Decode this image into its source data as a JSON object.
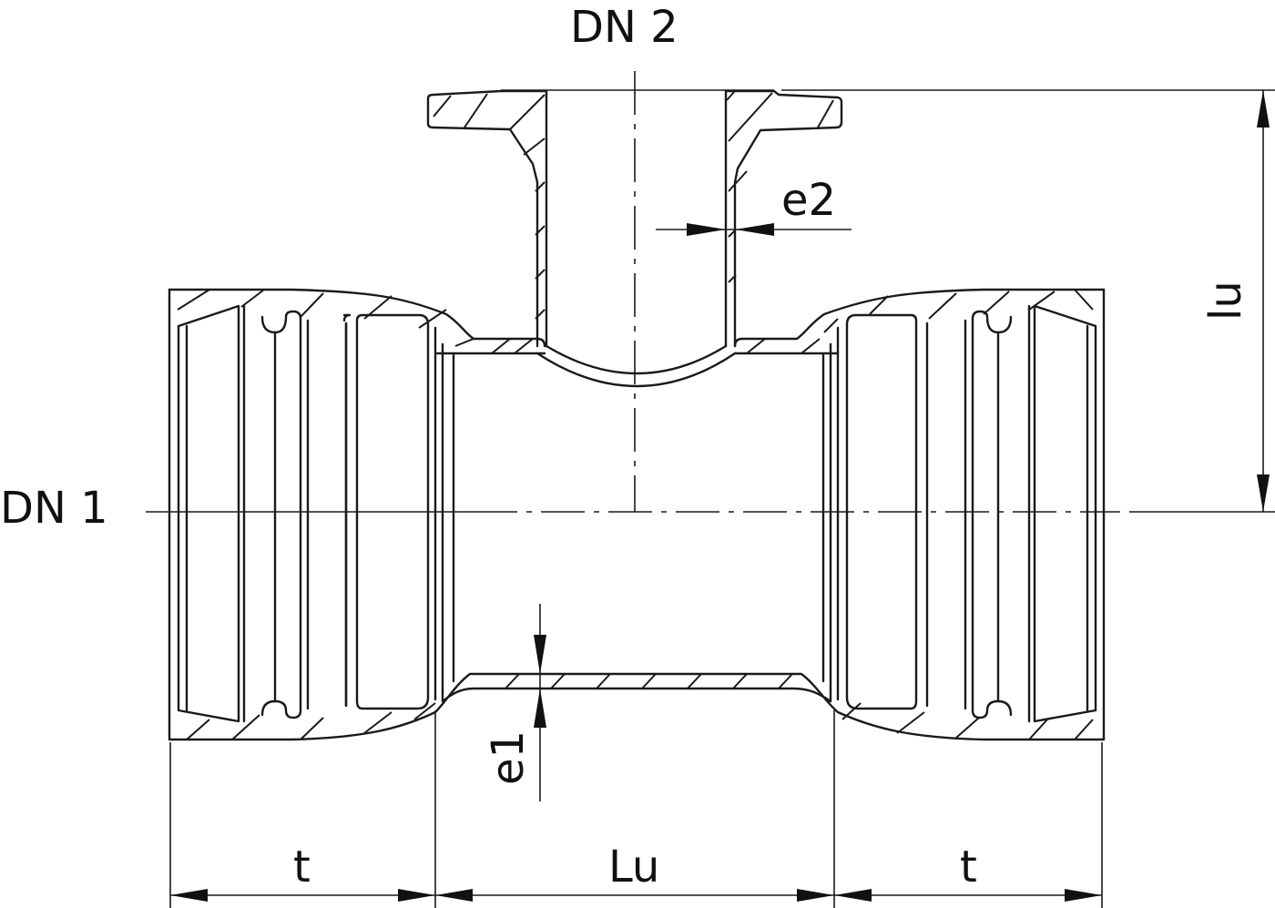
{
  "drawing": {
    "title": "Flanged branch tee (socket x socket x flange) dimension drawing",
    "labels": {
      "dn2": "DN 2",
      "dn1": "DN 1",
      "e2": "e2",
      "e1": "e1",
      "lu_vertical": "lu",
      "t_left": "t",
      "Lu": "Lu",
      "t_right": "t"
    },
    "colors": {
      "line": "#1a1a1a",
      "background": "#ffffff"
    }
  }
}
